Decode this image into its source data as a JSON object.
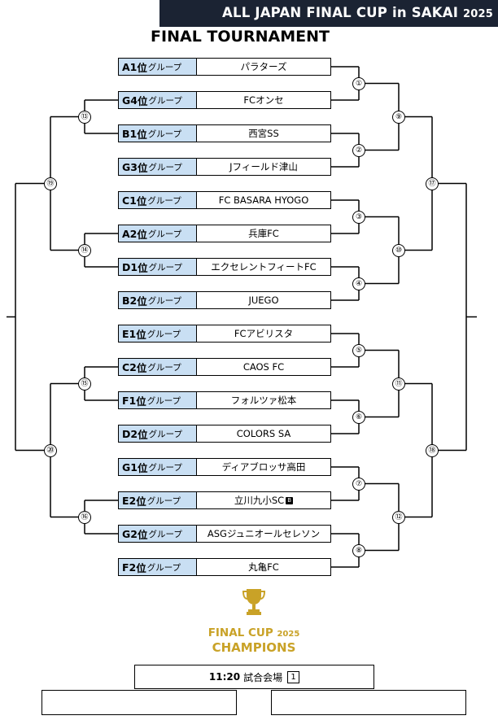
{
  "header": {
    "title": "ALL JAPAN FINAL CUP in SAKAI",
    "year": "2025"
  },
  "subtitle": "FINAL TOURNAMENT",
  "teams": [
    {
      "code": "A1",
      "rank": "位",
      "suffix": "グループ",
      "name": "パラターズ"
    },
    {
      "code": "G4",
      "rank": "位",
      "suffix": "グループ",
      "name": "FCオンセ"
    },
    {
      "code": "B1",
      "rank": "位",
      "suffix": "グループ",
      "name": "西宮SS"
    },
    {
      "code": "G3",
      "rank": "位",
      "suffix": "グループ",
      "name": "Jフィールド津山"
    },
    {
      "code": "C1",
      "rank": "位",
      "suffix": "グループ",
      "name": "FC BASARA HYOGO"
    },
    {
      "code": "A2",
      "rank": "位",
      "suffix": "グループ",
      "name": "兵庫FC"
    },
    {
      "code": "D1",
      "rank": "位",
      "suffix": "グループ",
      "name": "エクセレントフィートFC"
    },
    {
      "code": "B2",
      "rank": "位",
      "suffix": "グループ",
      "name": "JUEGO"
    },
    {
      "code": "E1",
      "rank": "位",
      "suffix": "グループ",
      "name": "FCアビリスタ"
    },
    {
      "code": "C2",
      "rank": "位",
      "suffix": "グループ",
      "name": "CAOS FC"
    },
    {
      "code": "F1",
      "rank": "位",
      "suffix": "グループ",
      "name": "フォルツァ松本"
    },
    {
      "code": "D2",
      "rank": "位",
      "suffix": "グループ",
      "name": "COLORS SA"
    },
    {
      "code": "G1",
      "rank": "位",
      "suffix": "グループ",
      "name": "ディアブロッサ高田"
    },
    {
      "code": "E2",
      "rank": "位",
      "suffix": "グループ",
      "name": "立川九小SC",
      "badge": "B"
    },
    {
      "code": "G2",
      "rank": "位",
      "suffix": "グループ",
      "name": "ASGジュニオールセレソン"
    },
    {
      "code": "F2",
      "rank": "位",
      "suffix": "グループ",
      "name": "丸亀FC"
    }
  ],
  "matches": [
    "①",
    "②",
    "③",
    "④",
    "⑤",
    "⑥",
    "⑦",
    "⑧",
    "⑨",
    "⑩",
    "⑪",
    "⑫",
    "⑬",
    "⑭",
    "⑮",
    "⑯",
    "⑰",
    "⑱",
    "⑲",
    "⑳"
  ],
  "final": {
    "title": "FINAL CUP",
    "year": "2025",
    "champions": "CHAMPIONS",
    "time": "11:20",
    "venue_label": "試合会場",
    "court": "1"
  },
  "icons": {
    "trophy": "trophy-icon"
  },
  "colors": {
    "header_bg": "#1b2333",
    "seed_bg": "#c9dff3",
    "gold": "#c9a227"
  }
}
